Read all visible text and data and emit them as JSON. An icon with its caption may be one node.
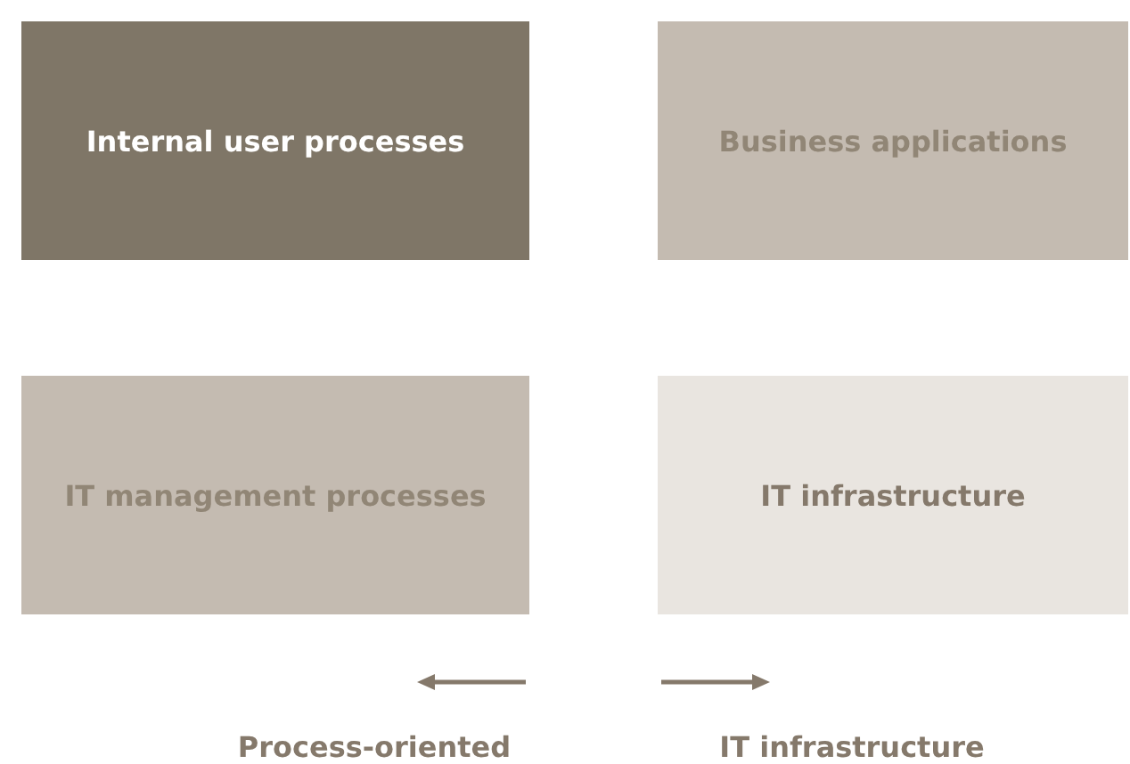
{
  "diagram": {
    "nodes": [
      {
        "text": [
          "Internal user processes"
        ]
      },
      {
        "text": [
          "Business applications"
        ]
      },
      {
        "text": [
          "IT management processes"
        ]
      },
      {
        "text": [
          "IT infrastructure"
        ]
      }
    ],
    "labels": [
      "Process-oriented",
      "IT infrastructure"
    ]
  }
}
